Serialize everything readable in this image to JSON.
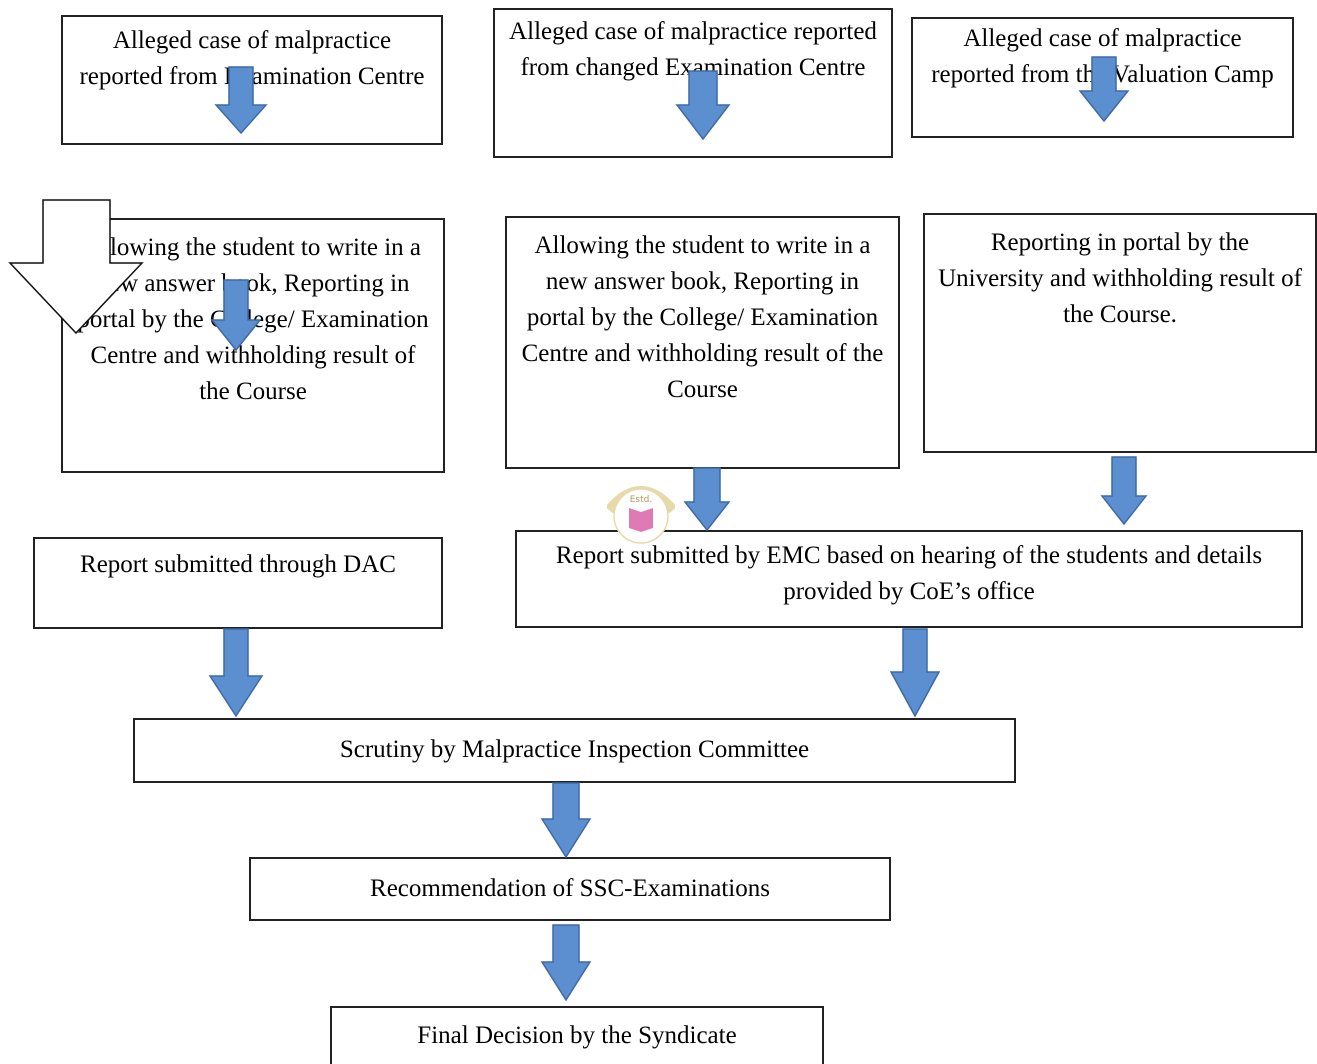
{
  "boxes": {
    "exam_centre": "Alleged case of malpractice reported from Examination Centre",
    "changed_centre": "Alleged case of malpractice reported from changed Examination Centre",
    "valuation_camp": "Alleged case of malpractice reported from the Valuation Camp",
    "allow_college": "Allowing the student to write in a new answer book, Reporting in portal by the College/ Examination Centre and withholding result of the Course",
    "allow_centre": "Allowing the student to write in a new answer book, Reporting in portal by the College/ Examination Centre and withholding result of the Course",
    "portal_university": "Reporting in portal by the University and withholding result of the Course.",
    "dac_report": "Report submitted through DAC",
    "emc_report": "Report submitted by EMC based on hearing of the students and details provided by CoE’s office",
    "scrutiny": "Scrutiny by Malpractice Inspection Committee",
    "recommendation": "Recommendation of SSC-Examinations",
    "final_decision": "Final Decision by the Syndicate"
  },
  "watermark": {
    "text": "Estd."
  },
  "colors": {
    "arrow_fill": "#5b8fd0",
    "arrow_stroke": "#3e6aa5",
    "box_border": "#222222",
    "watermark_pink": "#e07ab5",
    "watermark_gold": "#e8d9a8"
  }
}
